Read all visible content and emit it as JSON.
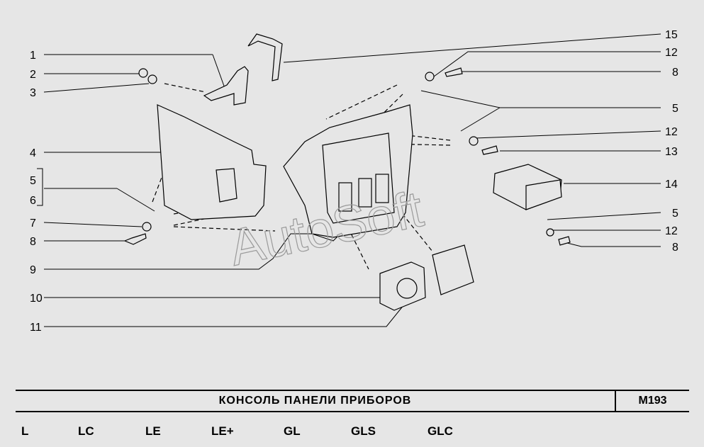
{
  "callouts": {
    "c1": "1",
    "c2": "2",
    "c3": "3",
    "c4": "4",
    "c5a": "5",
    "c6": "6",
    "c7": "7",
    "c8a": "8",
    "c9": "9",
    "c10": "10",
    "c11": "11",
    "c15": "15",
    "c12a": "12",
    "c8b": "8",
    "c5b": "5",
    "c12b": "12",
    "c13": "13",
    "c14": "14",
    "c5c": "5",
    "c12c": "12",
    "c8c": "8"
  },
  "watermark": "AutoSoft",
  "title": "КОНСОЛЬ  ПАНЕЛИ  ПРИБОРОВ",
  "code": "M193",
  "trims": [
    "L",
    "LC",
    "LE",
    "LE+",
    "GL",
    "GLS",
    "GLC"
  ]
}
